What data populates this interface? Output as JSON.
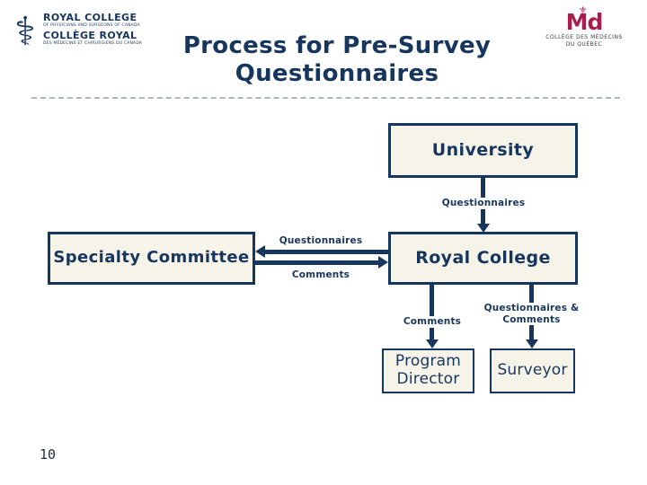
{
  "slide": {
    "page_number": "10",
    "colors": {
      "navy": "#17365D",
      "box_fill": "#F6F3E9",
      "cmq_crimson": "#A81E4D",
      "divider": "#A9B7C8",
      "background": "#FFFFFF"
    }
  },
  "header": {
    "title_line1": "Process for Pre-Survey",
    "title_line2": "Questionnaires"
  },
  "logos": {
    "royal_college": {
      "caduceus_icon": "⚕",
      "name_en": "ROYAL COLLEGE",
      "sub_en": "OF PHYSICIANS AND SURGEONS OF CANADA",
      "name_fr": "COLLÈGE ROYAL",
      "sub_fr": "DES MÉDECINS ET CHIRURGIENS DU CANADA"
    },
    "cmq": {
      "monogram": "Md",
      "fleur_icon": "⚜",
      "line1": "COLLÈGE DES MÉDECINS",
      "line2": "DU QUÉBEC"
    }
  },
  "diagram": {
    "nodes": {
      "university": {
        "label": "University"
      },
      "specialty_committee": {
        "label": "Specialty Committee"
      },
      "royal_college": {
        "label": "Royal College"
      },
      "program_director": {
        "label": "Program Director"
      },
      "surveyor": {
        "label": "Surveyor"
      }
    },
    "edges": {
      "university_to_royal_college": {
        "label": "Questionnaires"
      },
      "royal_college_to_specialty_committee": {
        "label": "Questionnaires"
      },
      "specialty_committee_to_royal_college": {
        "label": "Comments"
      },
      "royal_college_to_program_director": {
        "label": "Comments"
      },
      "royal_college_to_surveyor": {
        "label": "Questionnaires & Comments"
      }
    }
  }
}
